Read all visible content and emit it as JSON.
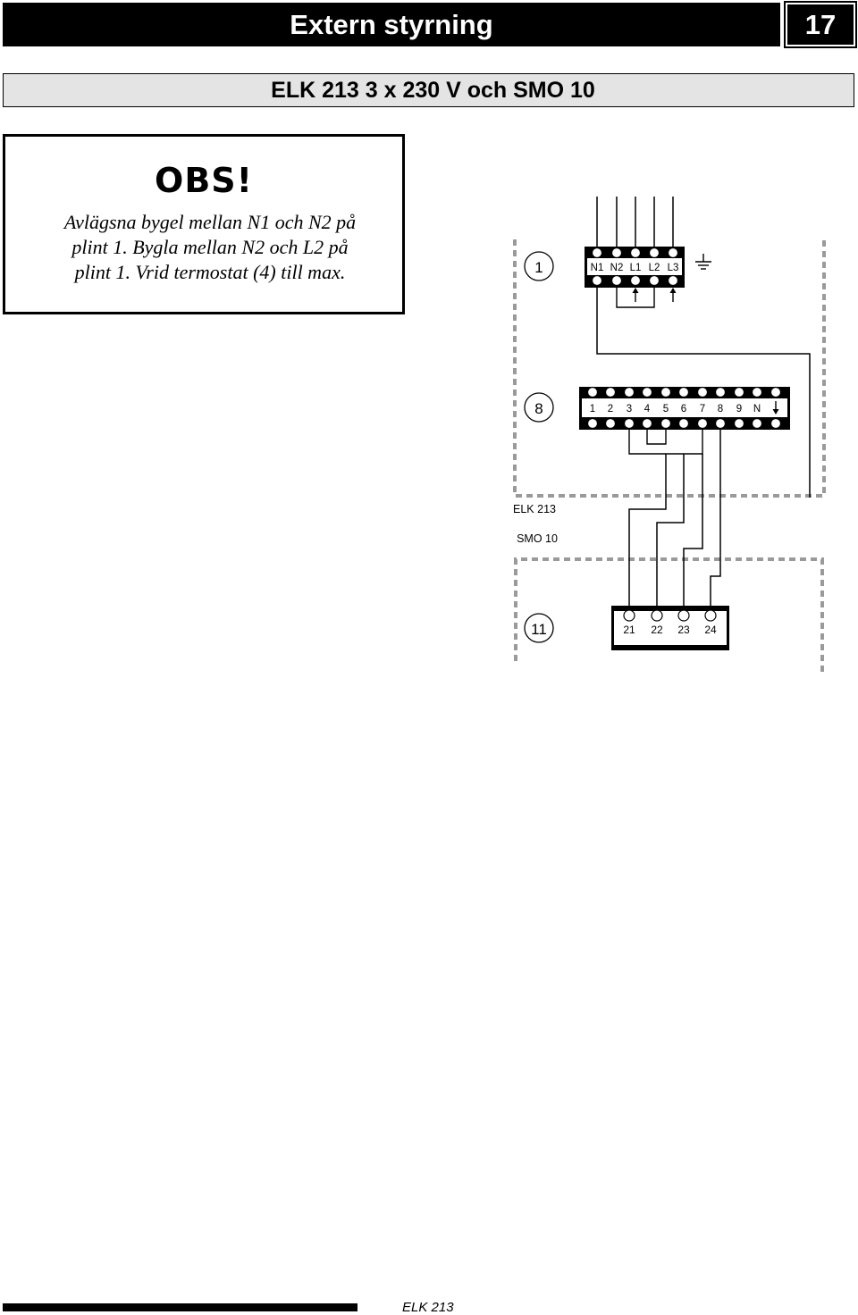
{
  "header": {
    "title": "Extern styrning",
    "page_number": "17"
  },
  "subtitle": "ELK 213 3 x 230 V och SMO 10",
  "notice": {
    "title": "OBS!",
    "lines": [
      "Avlägsna bygel mellan N1 och N2 på",
      "plint 1. Bygla mellan N2 och L2 på",
      "plint 1. Vrid termostat (4) till max."
    ]
  },
  "diagram": {
    "terminal_block_1": {
      "label": "1",
      "terminals": [
        "N1",
        "N2",
        "L1",
        "L2",
        "L3"
      ]
    },
    "terminal_block_8": {
      "label": "8",
      "terminals": [
        "1",
        "2",
        "3",
        "4",
        "5",
        "6",
        "7",
        "8",
        "9",
        "N"
      ]
    },
    "terminal_block_11": {
      "label": "11",
      "terminals": [
        "21",
        "22",
        "23",
        "24"
      ]
    },
    "unit_top_label": "ELK 213",
    "unit_bottom_label": "SMO 10"
  },
  "footer": {
    "label": "ELK 213"
  }
}
